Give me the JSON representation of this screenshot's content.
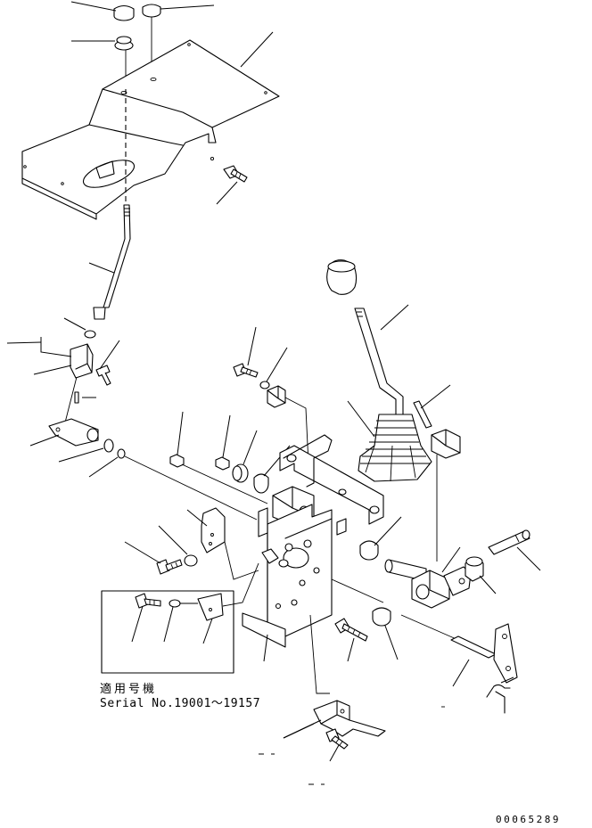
{
  "applicability_box": {
    "label_jp": "適用号機",
    "serial_range": "Serial No.19001～19157"
  },
  "figure_number": "00065289",
  "colors": {
    "line": "#000000",
    "background": "#ffffff"
  }
}
